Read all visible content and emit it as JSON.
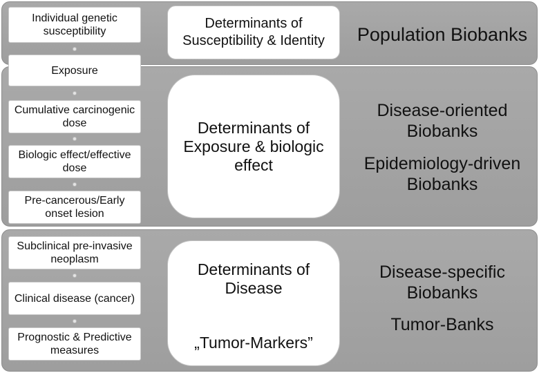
{
  "steps": [
    "Individual genetic susceptibility",
    "Exposure",
    "Cumulative carcinogenic dose",
    "Biologic effect/effective dose",
    "Pre-cancerous/Early onset lesion",
    "Subclinical pre-invasive neoplasm",
    "Clinical disease (cancer)",
    "Prognostic & Predictive measures"
  ],
  "bands": [
    {
      "determinant": "Determinants of Susceptibility & Identity",
      "biobanks": [
        "Population Biobanks"
      ]
    },
    {
      "determinant": "Determinants of Exposure & biologic effect",
      "biobanks": [
        "Disease-oriented Biobanks",
        "Epidemiology-driven Biobanks"
      ]
    },
    {
      "determinant": "Determinants of Disease",
      "determinant_note": "„Tumor-Markers”",
      "biobanks": [
        "Disease-specific Biobanks",
        "Tumor-Banks"
      ]
    }
  ]
}
